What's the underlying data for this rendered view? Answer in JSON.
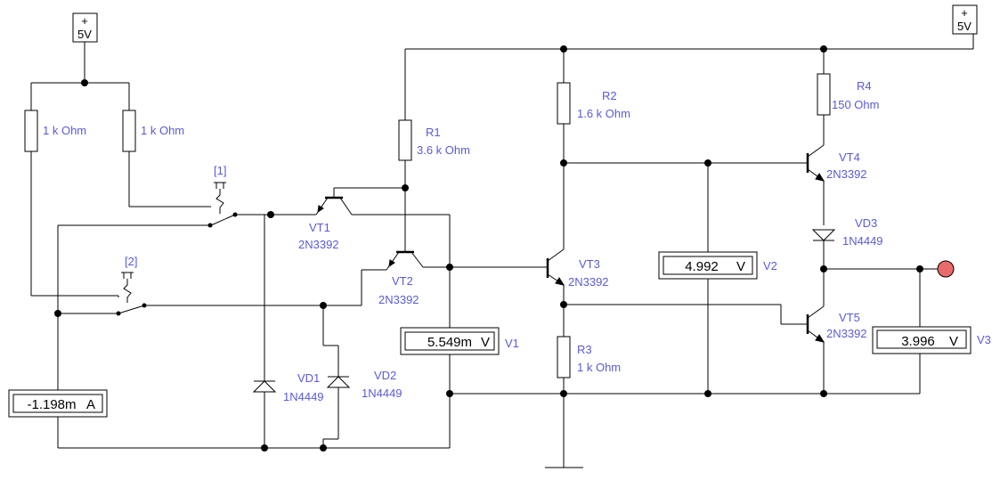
{
  "sources": {
    "vcc_left": "5V",
    "vcc_right": "5V",
    "plus": "+"
  },
  "resistors": {
    "r_left_a": "1 k Ohm",
    "r_left_b": "1 k Ohm",
    "r1_name": "R1",
    "r1_value": "3.6 k Ohm",
    "r2_name": "R2",
    "r2_value": "1.6 k Ohm",
    "r3_name": "R3",
    "r3_value": "1 k Ohm",
    "r4_name": "R4",
    "r4_value": "150  Ohm"
  },
  "switches": {
    "s1": "[1]",
    "s2": "[2]"
  },
  "transistors": {
    "vt1_name": "VT1",
    "vt1_type": "2N3392",
    "vt2_name": "VT2",
    "vt2_type": "2N3392",
    "vt3_name": "VT3",
    "vt3_type": "2N3392",
    "vt4_name": "VT4",
    "vt4_type": "2N3392",
    "vt5_name": "VT5",
    "vt5_type": "2N3392"
  },
  "diodes": {
    "vd1_name": "VD1",
    "vd1_type": "1N4449",
    "vd2_name": "VD2",
    "vd2_type": "1N4449",
    "vd3_name": "VD3",
    "vd3_type": "1N4449"
  },
  "meters": {
    "v1_value": "5.549m",
    "v1_unit": "V",
    "v1_name": "V1",
    "v2_value": "4.992",
    "v2_unit": "V",
    "v2_name": "V2",
    "v3_value": "3.996",
    "v3_unit": "V",
    "v3_name": "V3",
    "a_value": "-1.198m",
    "a_unit": "A"
  },
  "colors": {
    "wire": "#000000",
    "label": "#5a5ad8",
    "probe": "#e86a6a"
  }
}
